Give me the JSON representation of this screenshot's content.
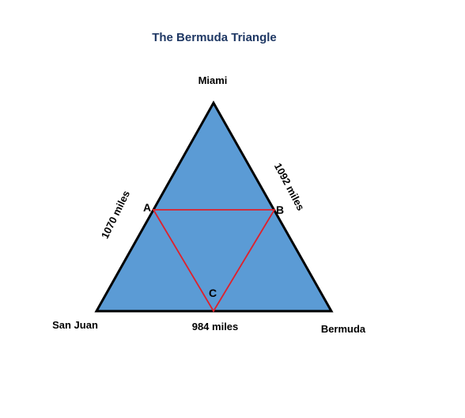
{
  "diagram": {
    "title": "The Bermuda Triangle",
    "vertices": {
      "top": "Miami",
      "bottom_left": "San Juan",
      "bottom_right": "Bermuda"
    },
    "sides": {
      "left": "1070 miles",
      "right": "1092 miles",
      "bottom": "984 miles"
    },
    "inner_points": {
      "a": "A",
      "b": "B",
      "c": "C"
    },
    "colors": {
      "fill": "#5b9bd5",
      "outline": "#000000",
      "inner_lines": "#e0202a",
      "title": "#1f3864",
      "text": "#000000"
    }
  }
}
